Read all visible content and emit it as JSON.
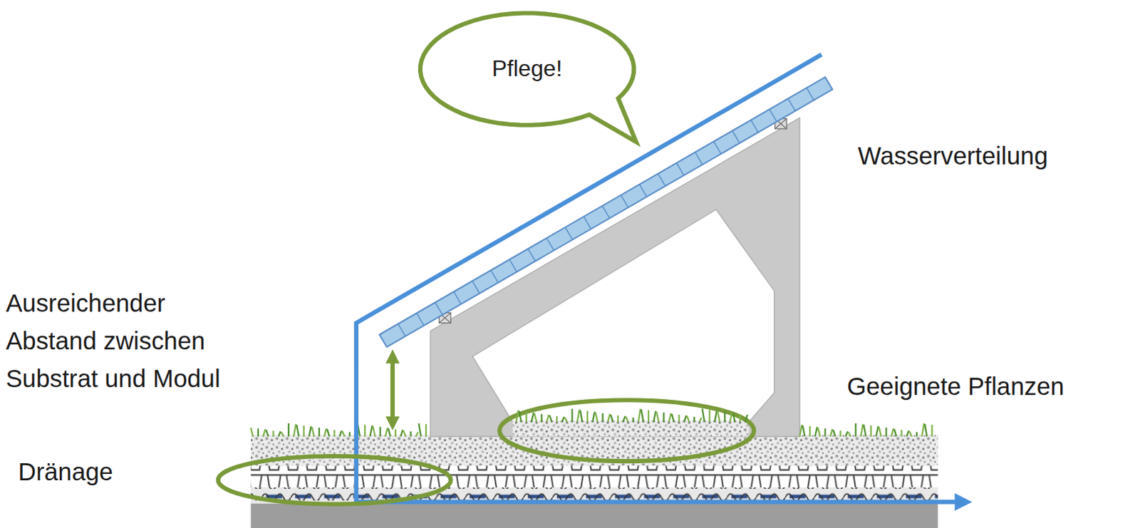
{
  "diagram": {
    "nodes": [
      {
        "text": [
          "Pflege!"
        ]
      }
    ],
    "labels": [
      "Wasserverteilung",
      "Ausreichender Abstand zwischen Substrat und Modul",
      "Geeignete Pflanzen",
      "Dränage"
    ]
  }
}
